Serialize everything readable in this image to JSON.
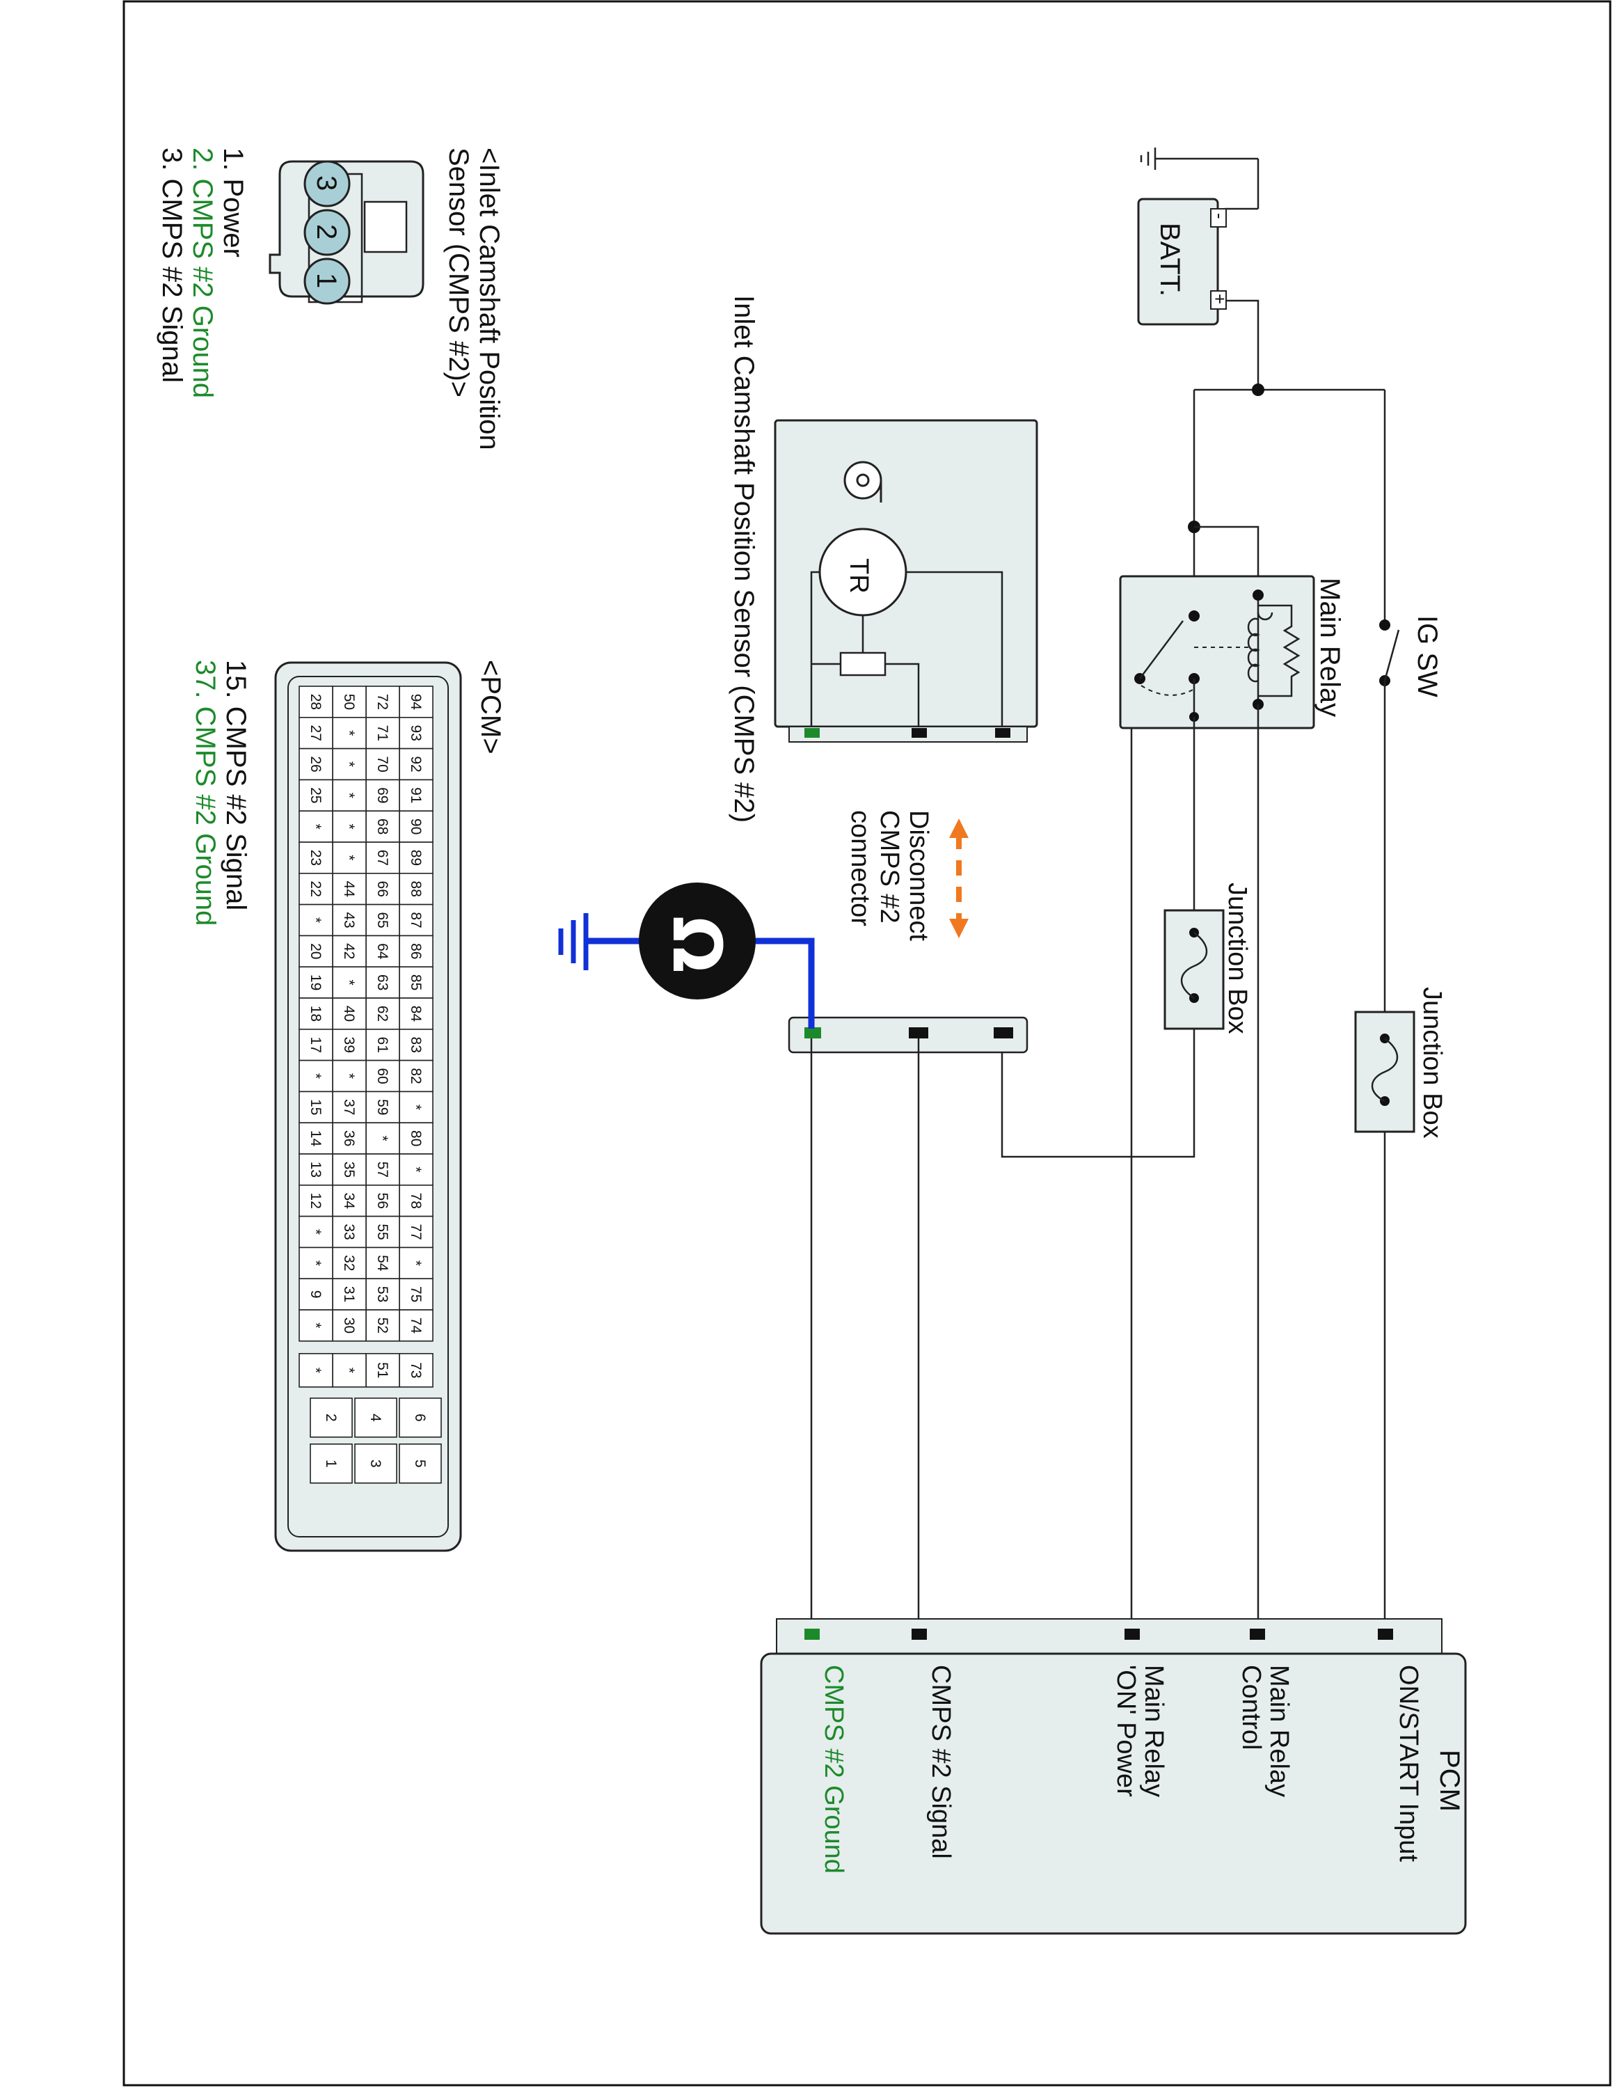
{
  "components": {
    "battery": "BATT.",
    "battery_neg": "-",
    "battery_pos": "+",
    "ig_switch": "IG SW",
    "main_relay": "Main Relay",
    "junction_box_1": "Junction Box",
    "junction_box_2": "Junction Box",
    "sensor_title": "Inlet Camshaft Position Sensor (CMPS #2)",
    "sensor_tr": "TR",
    "disconnect_note": [
      "Disconnect",
      "CMPS #2",
      "connector"
    ],
    "ohmmeter_symbol": "Ω"
  },
  "pcm": {
    "title": "PCM",
    "pins": [
      {
        "label": [
          "ON/START Input"
        ],
        "color": "#111111"
      },
      {
        "label": [
          "Main Relay",
          "Control"
        ],
        "color": "#111111"
      },
      {
        "label": [
          "Main Relay",
          "'ON' Power"
        ],
        "color": "#111111"
      },
      {
        "label": [
          "CMPS #2 Signal"
        ],
        "color": "#111111"
      },
      {
        "label": [
          "CMPS #2 Ground"
        ],
        "color": "#1c8a2a"
      }
    ]
  },
  "sensor_legend": {
    "title": [
      "<Inlet Camshaft Position",
      "Sensor (CMPS #2)>"
    ],
    "items": [
      {
        "text": "1. Power",
        "color": "#111111"
      },
      {
        "text": "2. CMPS #2 Ground",
        "color": "#1c8a2a"
      },
      {
        "text": "3. CMPS #2 Signal",
        "color": "#111111"
      }
    ],
    "connector_pins": [
      "1",
      "2",
      "3"
    ]
  },
  "pcm_legend": {
    "title": "<PCM>",
    "items": [
      {
        "text": "15. CMPS #2 Signal",
        "color": "#111111"
      },
      {
        "text": "37. CMPS #2 Ground",
        "color": "#1c8a2a"
      }
    ],
    "connector_rows": [
      [
        "94",
        "93",
        "92",
        "91",
        "90",
        "89",
        "88",
        "87",
        "86",
        "85",
        "84",
        "83",
        "82",
        "*",
        "80",
        "*",
        "78",
        "77",
        "*",
        "75",
        "74"
      ],
      [
        "72",
        "71",
        "70",
        "69",
        "68",
        "67",
        "66",
        "65",
        "64",
        "63",
        "62",
        "61",
        "60",
        "59",
        "*",
        "57",
        "56",
        "55",
        "54",
        "53",
        "52"
      ],
      [
        "50",
        "*",
        "*",
        "*",
        "*",
        "*",
        "44",
        "43",
        "42",
        "*",
        "40",
        "39",
        "*",
        "37",
        "36",
        "35",
        "34",
        "33",
        "32",
        "31",
        "30"
      ],
      [
        "28",
        "27",
        "26",
        "25",
        "*",
        "23",
        "22",
        "*",
        "20",
        "19",
        "18",
        "17",
        "*",
        "15",
        "14",
        "13",
        "12",
        "*",
        "*",
        "9",
        "*"
      ]
    ],
    "connector_extra": [
      "73",
      "51",
      "*",
      "*"
    ],
    "connector_power_a": [
      "6",
      "4",
      "2"
    ],
    "connector_power_b": [
      "5",
      "3",
      "1"
    ],
    "highlight_pins": [
      "37",
      "15"
    ]
  },
  "colors": {
    "ground_green": "#1c8a2a",
    "meter_blue": "#1030d8",
    "arrow_orange": "#f07820",
    "pin_highlight": "#a9cfd6",
    "box_fill": "#e6eded"
  }
}
